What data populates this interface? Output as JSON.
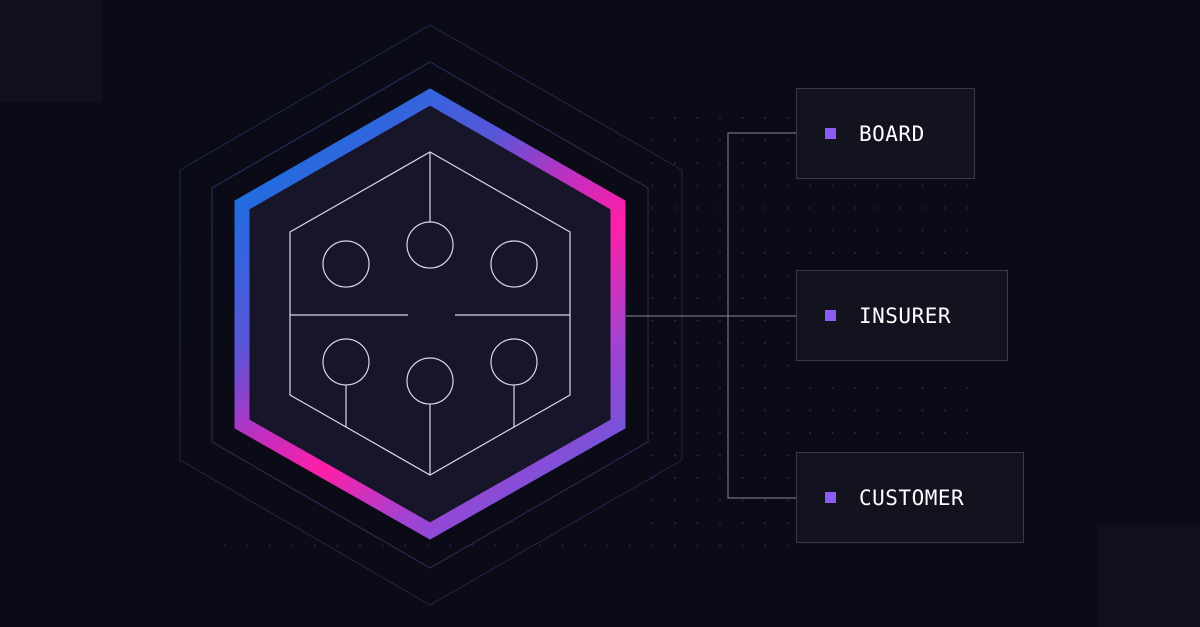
{
  "diagram": {
    "stakeholders": [
      {
        "id": "board",
        "label": "BOARD"
      },
      {
        "id": "insurer",
        "label": "INSURER"
      },
      {
        "id": "customer",
        "label": "CUSTOMER"
      }
    ],
    "center_icon": "round-table-icon",
    "seat_count": 6
  },
  "colors": {
    "background": "#0b0a17",
    "panel": "#13121f",
    "gradient_blue": "#1d6fe0",
    "gradient_purple": "#7a4fd6",
    "gradient_magenta": "#ff1fa8",
    "bullet": "#8b5cf6",
    "line": "#cfcfd8"
  }
}
